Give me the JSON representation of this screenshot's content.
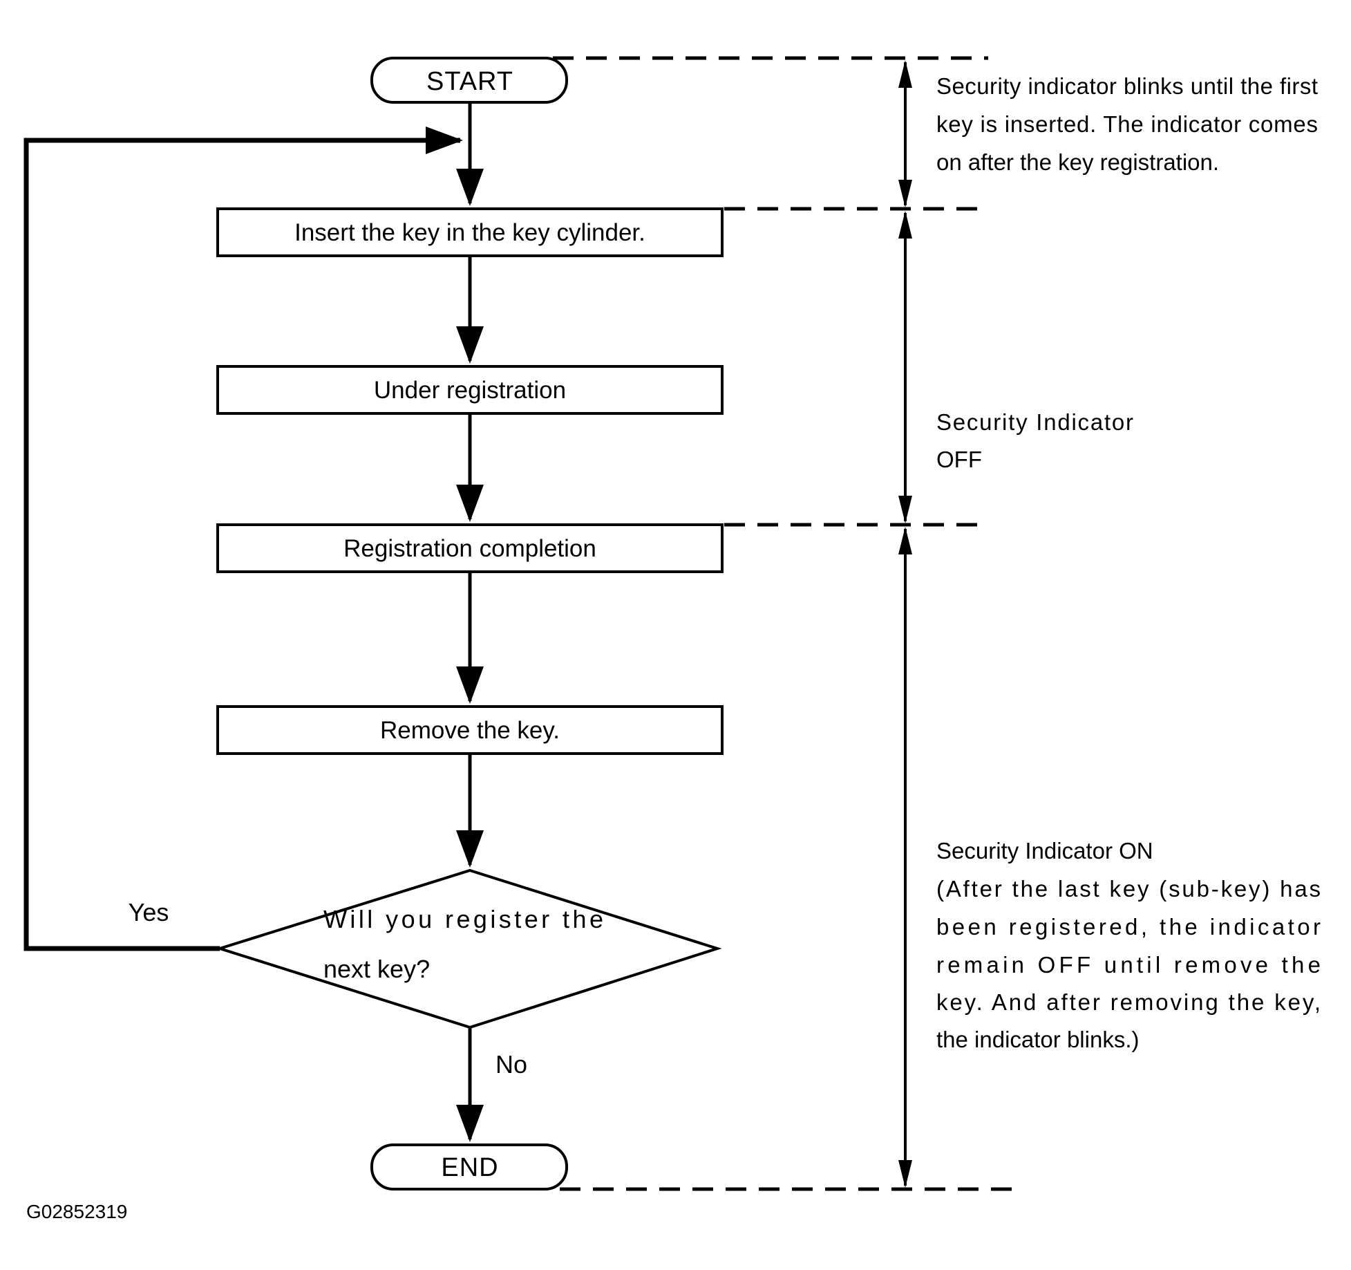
{
  "diagram": {
    "code": "G02852319",
    "nodes": {
      "start": "START",
      "insert": "Insert the key in the key cylinder.",
      "under": "Under registration",
      "completion": "Registration completion",
      "remove": "Remove the key.",
      "decision_line1": "Will you register the",
      "decision_line2": "next key?",
      "end": "END"
    },
    "edges": {
      "yes": "Yes",
      "no": "No"
    },
    "annotations": {
      "blink": {
        "lines": [
          "Security indicator blinks until the first",
          "key is inserted. The indicator comes",
          "on after the key registration."
        ]
      },
      "off": {
        "lines": [
          "Security Indicator",
          "OFF"
        ]
      },
      "on": {
        "lines": [
          "Security Indicator ON",
          "(After the last key (sub-key) has",
          "been registered, the indicator",
          "remain OFF until remove the",
          "key. And after removing the key,",
          "the indicator blinks.)"
        ]
      }
    },
    "colors": {
      "ink": "#000000",
      "background": "#ffffff"
    }
  }
}
